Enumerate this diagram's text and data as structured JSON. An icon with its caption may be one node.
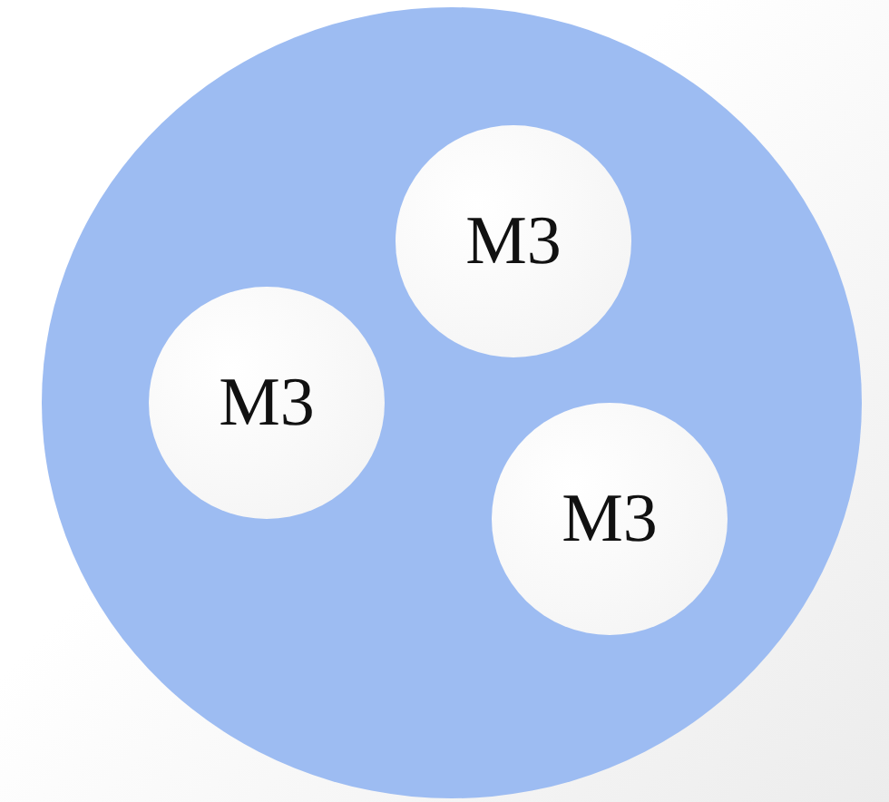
{
  "diagram": {
    "nodes": [
      {
        "text": [],
        "shape": "circle"
      },
      {
        "text": [
          "M3"
        ],
        "in": 0
      },
      {
        "text": [
          "M3"
        ],
        "in": 0
      },
      {
        "text": [
          "M3"
        ],
        "in": 0
      }
    ]
  }
}
